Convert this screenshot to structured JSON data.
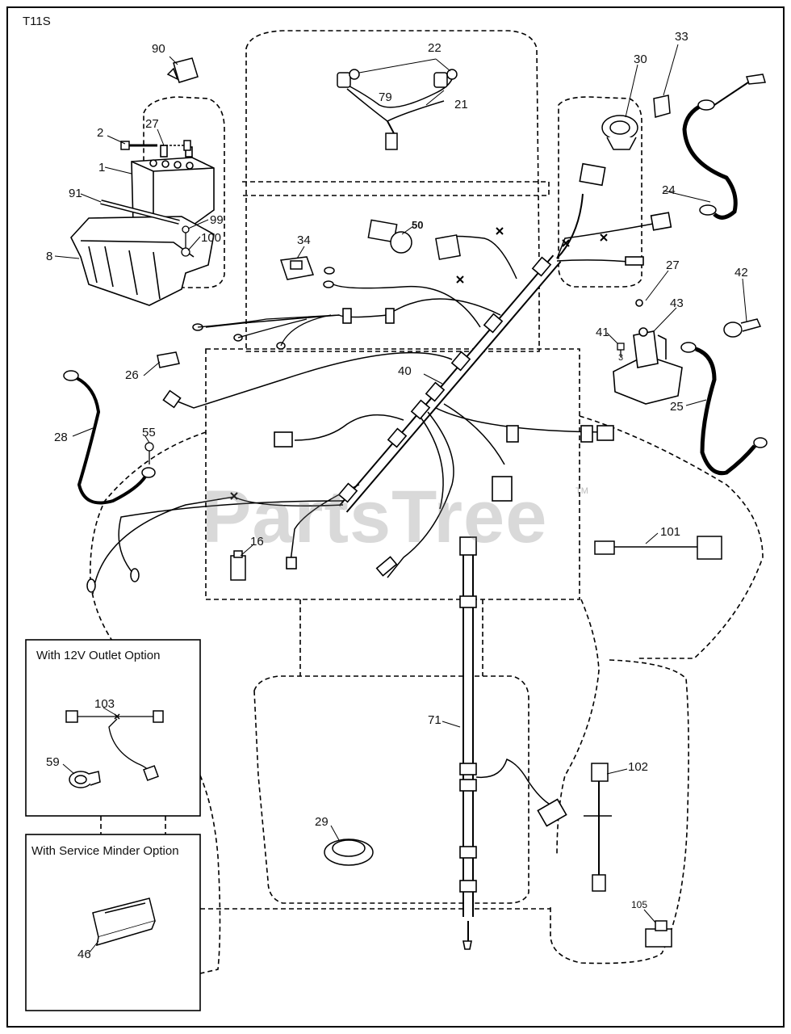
{
  "sheet_id": "T11S",
  "watermark": {
    "text": "PartsTree",
    "mark": "TM"
  },
  "insets": {
    "outlet": {
      "title": "With 12V Outlet Option"
    },
    "service_minder": {
      "title": "With Service Minder Option"
    }
  },
  "callouts": {
    "c90": "90",
    "c22": "22",
    "c79": "79",
    "c21": "21",
    "c30": "30",
    "c33": "33",
    "c2": "2",
    "c27a": "27",
    "c1": "1",
    "c91": "91",
    "c99": "99",
    "c100": "100",
    "c8": "8",
    "c24": "24",
    "c50": "50",
    "c34": "34",
    "c27b": "27",
    "c42": "42",
    "c43": "43",
    "c41": "41",
    "c3": "3",
    "c26": "26",
    "c40": "40",
    "c25": "25",
    "c28": "28",
    "c55": "55",
    "c16": "16",
    "c101": "101",
    "c103": "103",
    "c59": "59",
    "c71": "71",
    "c102": "102",
    "c29": "29",
    "c46": "46",
    "c105": "105"
  }
}
